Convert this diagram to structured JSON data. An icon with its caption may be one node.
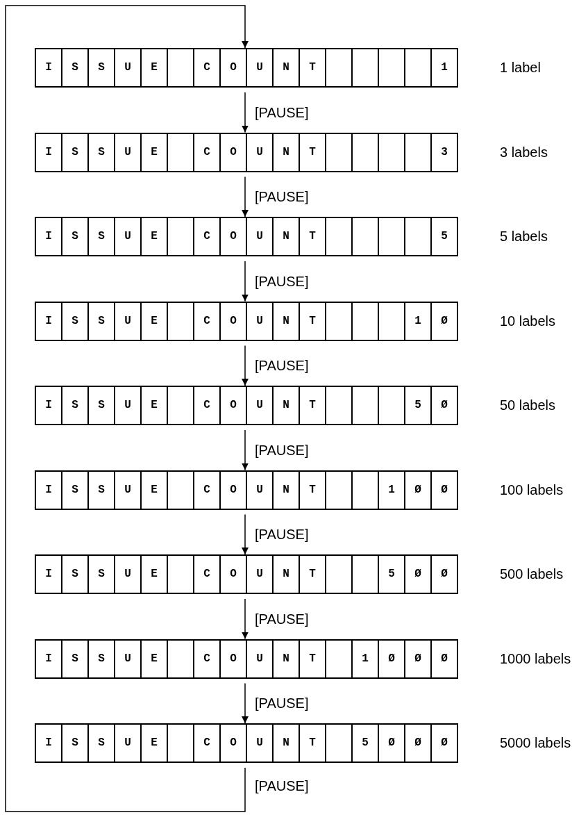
{
  "diagram": {
    "nodes": [
      {
        "text": [
          "ISSUE COUNT 1"
        ],
        "beside": [
          "1 label"
        ]
      },
      {
        "text": [
          "ISSUE COUNT 3"
        ],
        "beside": [
          "3 labels"
        ]
      },
      {
        "text": [
          "ISSUE COUNT 5"
        ],
        "beside": [
          "5 labels"
        ]
      },
      {
        "text": [
          "ISSUE COUNT 1Ø"
        ],
        "beside": [
          "10 labels"
        ]
      },
      {
        "text": [
          "ISSUE COUNT 5Ø"
        ],
        "beside": [
          "50 labels"
        ]
      },
      {
        "text": [
          "ISSUE COUNT 1ØØ"
        ],
        "beside": [
          "100 labels"
        ]
      },
      {
        "text": [
          "ISSUE COUNT 5ØØ"
        ],
        "beside": [
          "500 labels"
        ]
      },
      {
        "text": [
          "ISSUE COUNT 1ØØØ"
        ],
        "beside": [
          "1000 labels"
        ]
      },
      {
        "text": [
          "ISSUE COUNT 5ØØØ"
        ],
        "beside": [
          "5000 labels"
        ]
      }
    ],
    "edges": [
      {
        "from": 0,
        "to": 1,
        "arrow": "to",
        "label": "[PAUSE]"
      },
      {
        "from": 1,
        "to": 2,
        "arrow": "to",
        "label": "[PAUSE]"
      },
      {
        "from": 2,
        "to": 3,
        "arrow": "to",
        "label": "[PAUSE]"
      },
      {
        "from": 3,
        "to": 4,
        "arrow": "to",
        "label": "[PAUSE]"
      },
      {
        "from": 4,
        "to": 5,
        "arrow": "to",
        "label": "[PAUSE]"
      },
      {
        "from": 5,
        "to": 6,
        "arrow": "to",
        "label": "[PAUSE]"
      },
      {
        "from": 6,
        "to": 7,
        "arrow": "to",
        "label": "[PAUSE]"
      },
      {
        "from": 7,
        "to": 8,
        "arrow": "to",
        "label": "[PAUSE]"
      },
      {
        "from": 8,
        "to": 0,
        "arrow": "to",
        "label": "[PAUSE]"
      }
    ]
  }
}
